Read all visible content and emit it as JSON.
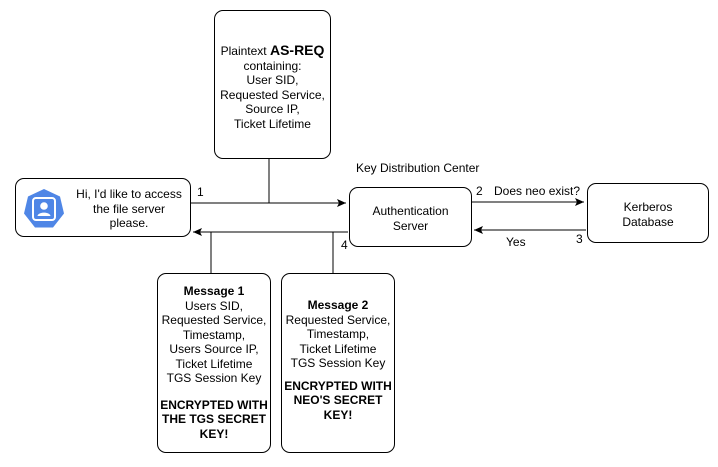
{
  "request_note": {
    "prefix": "Plaintext ",
    "emphasis": "AS-REQ",
    "lines": [
      "containing:",
      "User SID,",
      "Requested Service,",
      "Source IP,",
      "Ticket Lifetime"
    ]
  },
  "kdc_label": "Key Distribution Center",
  "client": {
    "icon": "user-avatar-icon",
    "lines": [
      "Hi, I'd like to access",
      "the file server",
      "please."
    ]
  },
  "auth_server": {
    "lines": [
      "Authentication",
      "Server"
    ]
  },
  "kerberos_db": {
    "lines": [
      "Kerberos",
      "Database"
    ]
  },
  "arrows": {
    "step1": "1",
    "step2": "2",
    "step2_question": "Does neo exist?",
    "step3": "3",
    "step3_answer": "Yes",
    "step4": "4"
  },
  "message1": {
    "title": "Message 1",
    "lines": [
      "Users SID,",
      "Requested Service,",
      "Timestamp,",
      "Users Source IP,",
      "Ticket Lifetime",
      "TGS Session Key"
    ],
    "warning": [
      "ENCRYPTED WITH",
      "THE TGS SECRET",
      "KEY!"
    ]
  },
  "message2": {
    "title": "Message 2",
    "lines": [
      "Requested Service,",
      "Timestamp,",
      "Ticket Lifetime",
      "TGS Session Key"
    ],
    "warning": [
      "ENCRYPTED WITH",
      "NEO'S SECRET",
      "KEY!"
    ]
  },
  "colors": {
    "icon_badge": "#4f86e6",
    "line": "#000000"
  }
}
